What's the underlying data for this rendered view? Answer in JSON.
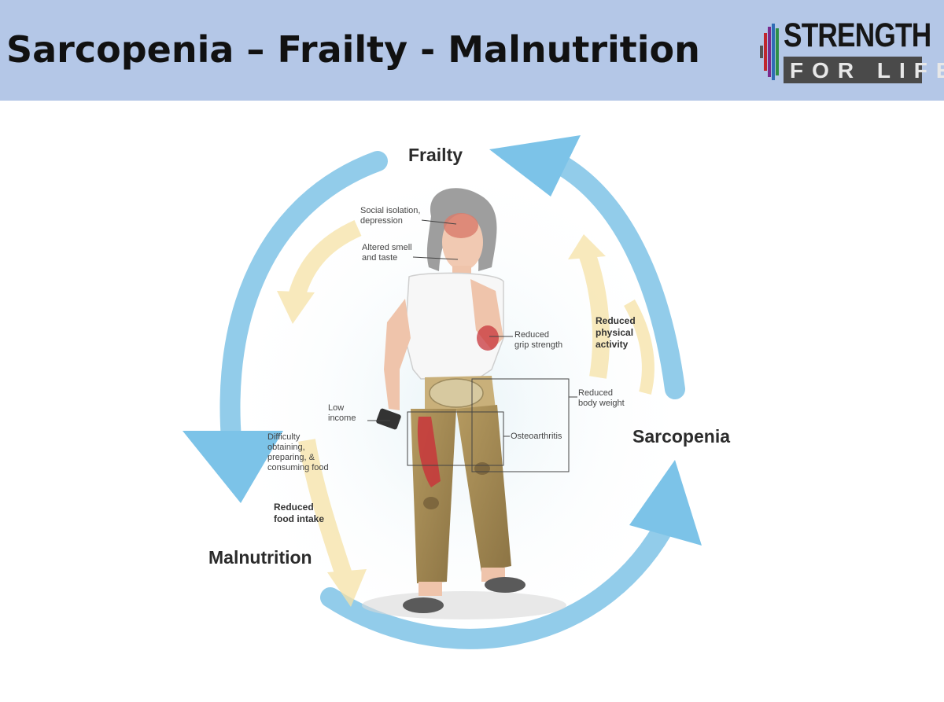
{
  "slide": {
    "title": "Sarcopenia – Frailty - Malnutrition"
  },
  "logo": {
    "line1": "STRENGTH",
    "line2": "FOR LIFE",
    "bar_colors": [
      "#c0262d",
      "#7b2a8c",
      "#2f6cb5",
      "#2f8f46",
      "#d6402f"
    ]
  },
  "cycle": {
    "nodes": {
      "frailty": "Frailty",
      "sarcopenia": "Sarcopenia",
      "malnutrition": "Malnutrition"
    },
    "arrow_color": "#7cc3e8",
    "inner_arrow_color": "#f5e2a8"
  },
  "annotations": {
    "social_isolation_1": "Social isolation,",
    "social_isolation_2": "depression",
    "altered_smell_1": "Altered smell",
    "altered_smell_2": "and taste",
    "grip_1": "Reduced",
    "grip_2": "grip strength",
    "body_weight_1": "Reduced",
    "body_weight_2": "body weight",
    "osteoarthritis": "Osteoarthritis",
    "low_income_1": "Low",
    "low_income_2": "income",
    "difficulty_1": "Difficulty",
    "difficulty_2": "obtaining,",
    "difficulty_3": "preparing, &",
    "difficulty_4": "consuming food",
    "physical_activity_1": "Reduced",
    "physical_activity_2": "physical",
    "physical_activity_3": "activity",
    "food_intake_1": "Reduced",
    "food_intake_2": "food intake"
  }
}
